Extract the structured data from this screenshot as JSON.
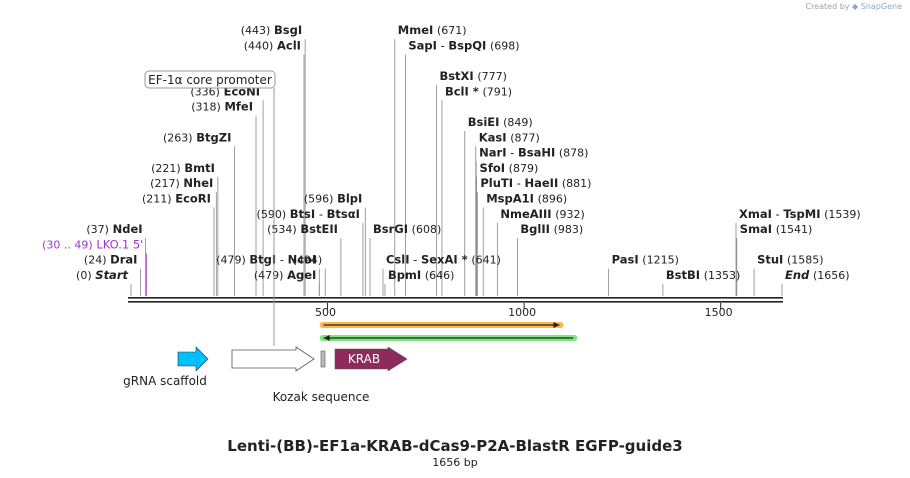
{
  "credit": {
    "prefix": "Created by",
    "brand": "SnapGene"
  },
  "title": "Lenti-(BB)-EF1a-KRAB-dCas9-P2A-BlastR EGFP-guide3",
  "length_text": "1656 bp",
  "ruler": {
    "ticks": [
      {
        "pos": 500,
        "label": "500"
      },
      {
        "pos": 1000,
        "label": "1000"
      },
      {
        "pos": 1500,
        "label": "1500"
      }
    ]
  },
  "sites": [
    {
      "label": "(0)",
      "name": "Start",
      "italic": true,
      "pos": 0,
      "row": 0
    },
    {
      "label": "(24)",
      "name": "DraI",
      "pos": 24,
      "row": 1
    },
    {
      "label": "(30 .. 49)",
      "name": "LKO.1 5'",
      "purple": true,
      "pos": 39,
      "row": 2
    },
    {
      "label": "(37)",
      "name": "NdeI",
      "pos": 37,
      "row": 3
    },
    {
      "label": "(211)",
      "name": "EcoRI",
      "pos": 211,
      "row": 5
    },
    {
      "label": "(217)",
      "name": "NheI",
      "pos": 217,
      "row": 6
    },
    {
      "label": "(221)",
      "name": "BmtI",
      "pos": 221,
      "row": 7
    },
    {
      "label": "(263)",
      "name": "BtgZI",
      "pos": 263,
      "row": 9
    },
    {
      "label": "(318)",
      "name": "MfeI",
      "pos": 318,
      "row": 11
    },
    {
      "label": "(336)",
      "name": "EcoNI",
      "pos": 336,
      "row": 12
    },
    {
      "label": "(440)",
      "name": "AclI",
      "pos": 440,
      "row": 15
    },
    {
      "label": "(443)",
      "name": "BsgI",
      "pos": 443,
      "row": 16
    },
    {
      "label": "(494)",
      "name": "",
      "pos": 494,
      "row": 1
    },
    {
      "label": "(590)",
      "name": "BtsI",
      "name2": "BtsαI",
      "pos": 590,
      "row": 4
    },
    {
      "label": "(534)",
      "name": "BstEII",
      "pos": 534,
      "row": 3
    },
    {
      "label": "(596)",
      "name": "BlpI",
      "pos": 596,
      "row": 5
    },
    {
      "label": "(479)",
      "name": "BtgI",
      "name2": "NcoI",
      "pos": 479,
      "row": 1
    },
    {
      "label": "(479)",
      "name": "AgeI",
      "pos": 479,
      "row": 0
    },
    {
      "label": "",
      "name": "BsrGI",
      "label_after": "(608)",
      "pos": 608,
      "row": 3
    },
    {
      "label": "",
      "name": "CslI",
      "name2": "SexAI *",
      "label_after": "(641)",
      "pos": 641,
      "row": 1
    },
    {
      "label": "",
      "name": "BpmI",
      "label_after": "(646)",
      "pos": 646,
      "row": 0
    },
    {
      "label": "",
      "name": "MmeI",
      "label_after": "(671)",
      "pos": 671,
      "row": 16
    },
    {
      "label": "",
      "name": "SapI",
      "name2": "BspQI",
      "label_after": "(698)",
      "pos": 698,
      "row": 15
    },
    {
      "label": "",
      "name": "BstXI",
      "label_after": "(777)",
      "pos": 777,
      "row": 13
    },
    {
      "label": "",
      "name": "BclI *",
      "label_after": "(791)",
      "pos": 791,
      "row": 12
    },
    {
      "label": "",
      "name": "BsiEI",
      "label_after": "(849)",
      "pos": 849,
      "row": 10
    },
    {
      "label": "",
      "name": "KasI",
      "label_after": "(877)",
      "pos": 877,
      "row": 9
    },
    {
      "label": "",
      "name": "NarI",
      "name2": "BsaHI",
      "label_after": "(878)",
      "pos": 878,
      "row": 8
    },
    {
      "label": "",
      "name": "SfoI",
      "label_after": "(879)",
      "pos": 879,
      "row": 7
    },
    {
      "label": "",
      "name": "PluTI",
      "name2": "HaeII",
      "label_after": "(881)",
      "pos": 881,
      "row": 6
    },
    {
      "label": "",
      "name": "MspA1I",
      "label_after": "(896)",
      "pos": 896,
      "row": 5
    },
    {
      "label": "",
      "name": "NmeAIII",
      "label_after": "(932)",
      "pos": 932,
      "row": 4
    },
    {
      "label": "",
      "name": "BglII",
      "label_after": "(983)",
      "pos": 983,
      "row": 3
    },
    {
      "label": "",
      "name": "PasI",
      "label_after": "(1215)",
      "pos": 1215,
      "row": 1
    },
    {
      "label": "",
      "name": "BstBI",
      "label_after": "(1353)",
      "pos": 1353,
      "row": 0
    },
    {
      "label": "",
      "name": "XmaI",
      "name2": "TspMI",
      "label_after": "(1539)",
      "pos": 1539,
      "row": 4
    },
    {
      "label": "",
      "name": "SmaI",
      "label_after": "(1541)",
      "pos": 1541,
      "row": 3
    },
    {
      "label": "",
      "name": "StuI",
      "label_after": "(1585)",
      "pos": 1585,
      "row": 1
    },
    {
      "label": "",
      "name": "End",
      "italic": true,
      "label_after": "(1656)",
      "pos": 1656,
      "row": 0
    }
  ],
  "promoter_label": "EF-1α core promoter",
  "features": [
    {
      "name": "gRNA scaffold",
      "color": "#00bfff"
    },
    {
      "name": "KRAB",
      "color": "#8e2a5c"
    },
    {
      "name": "Kozak sequence",
      "color": "#bbbbbb"
    }
  ],
  "primers": [
    {
      "color": "#ff9900",
      "dir": "forward",
      "start": 490,
      "end": 1090
    },
    {
      "color": "#44dd44",
      "dir": "reverse",
      "start": 490,
      "end": 1125
    }
  ],
  "colors": {
    "backbone": "#222222",
    "purple": "#a233d6"
  }
}
